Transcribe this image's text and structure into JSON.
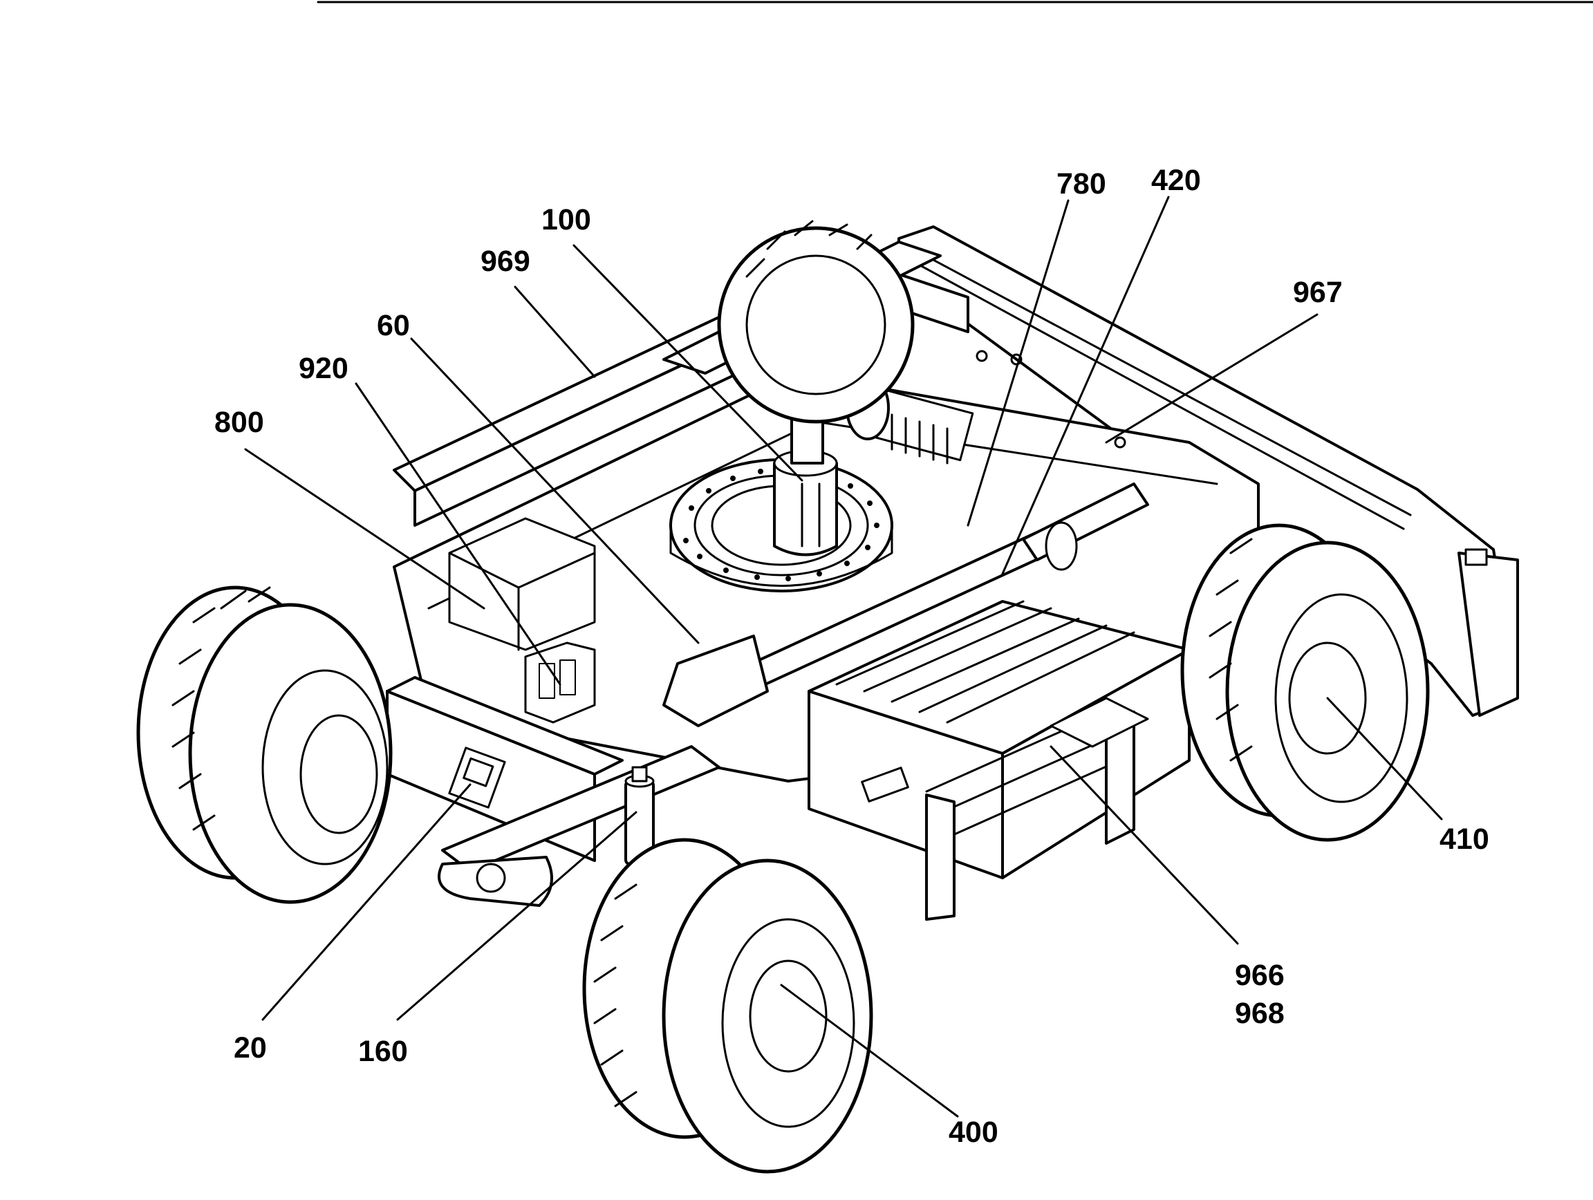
{
  "figure": {
    "kind": "exploded undercarriage parts diagram",
    "callouts": [
      {
        "id": "c20",
        "label": "20"
      },
      {
        "id": "c60",
        "label": "60"
      },
      {
        "id": "c100",
        "label": "100"
      },
      {
        "id": "c160",
        "label": "160"
      },
      {
        "id": "c400",
        "label": "400"
      },
      {
        "id": "c410",
        "label": "410"
      },
      {
        "id": "c420",
        "label": "420"
      },
      {
        "id": "c780",
        "label": "780"
      },
      {
        "id": "c800",
        "label": "800"
      },
      {
        "id": "c920",
        "label": "920"
      },
      {
        "id": "c966",
        "label": "966"
      },
      {
        "id": "c968",
        "label": "968"
      },
      {
        "id": "c967",
        "label": "967"
      },
      {
        "id": "c969",
        "label": "969"
      }
    ],
    "colors": {
      "ink": "#000000",
      "paper": "#ffffff"
    }
  }
}
